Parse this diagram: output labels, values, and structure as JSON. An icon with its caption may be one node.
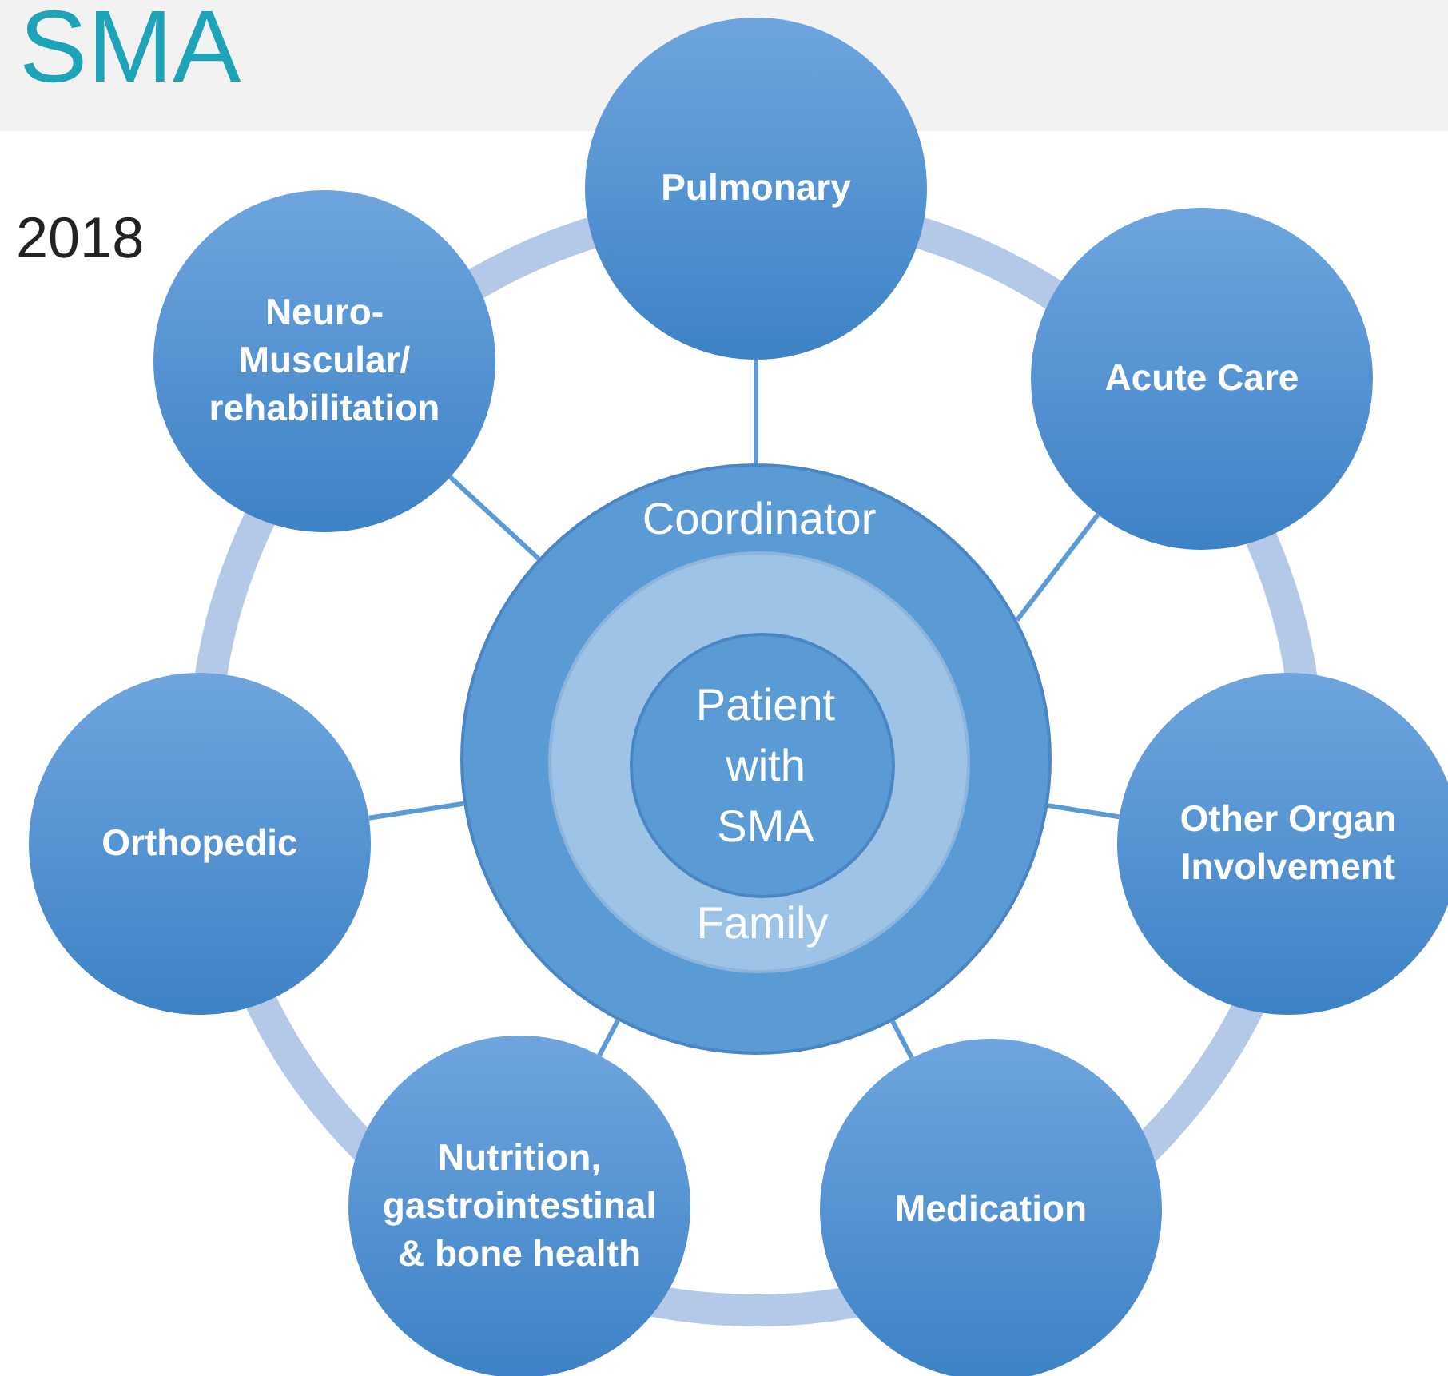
{
  "diagram": {
    "title": "SMA",
    "nodes": [
      {
        "text": [
          "Coordinator"
        ]
      },
      {
        "text": [
          "Family"
        ],
        "in": 0
      },
      {
        "text": [
          "Patient with SMA"
        ],
        "in": 1
      },
      {
        "text": [
          "Pulmonary"
        ]
      },
      {
        "text": [
          "Acute Care"
        ]
      },
      {
        "text": [
          "Other Organ Involvement"
        ]
      },
      {
        "text": [
          "Medication"
        ]
      },
      {
        "text": [
          "Nutrition, gastrointestinal & bone health"
        ]
      },
      {
        "text": [
          "Orthopedic"
        ]
      },
      {
        "text": [
          "Neuro- Muscular/ rehabilitation"
        ]
      }
    ],
    "edges": [
      {
        "from": 0,
        "to": 3,
        "arrow": "none"
      },
      {
        "from": 0,
        "to": 4,
        "arrow": "none"
      },
      {
        "from": 0,
        "to": 5,
        "arrow": "none"
      },
      {
        "from": 0,
        "to": 6,
        "arrow": "none"
      },
      {
        "from": 0,
        "to": 7,
        "arrow": "none"
      },
      {
        "from": 0,
        "to": 8,
        "arrow": "none"
      },
      {
        "from": 0,
        "to": 9,
        "arrow": "none"
      }
    ],
    "labels": [
      "2018"
    ]
  }
}
